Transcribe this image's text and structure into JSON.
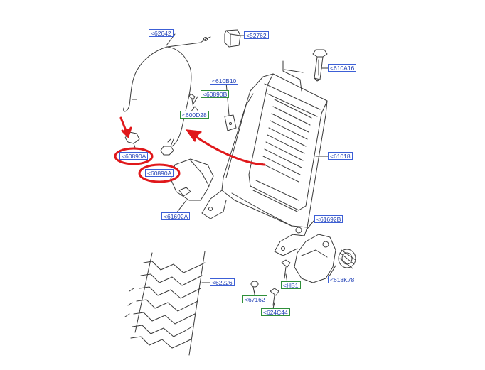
{
  "callouts": {
    "c62642": "62642",
    "c52762": "52762",
    "c610A16": "610A16",
    "c610B10": "610B10",
    "c60890B": "60890B",
    "c600D28": "600D28",
    "c60890A_1": "60890A",
    "c60890A_2": "60890A",
    "c61018": "61018",
    "c61692A": "61692A",
    "c61692B": "61692B",
    "c618K78": "618K78",
    "c62226": "62226",
    "cHB1": "HB1",
    "c67162": "67162",
    "c624C44": "624C44"
  },
  "colors": {
    "line": "#3a3a3a",
    "callout_blue": "#3c5fd6",
    "callout_green": "#2f8f3a",
    "highlight_red": "#e0181b"
  }
}
